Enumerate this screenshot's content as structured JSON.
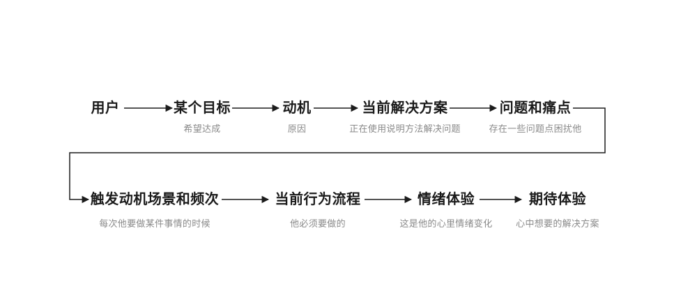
{
  "colors": {
    "background": "#ffffff",
    "label_text": "#1a1a1a",
    "sublabel_text": "#8a8a8a",
    "line": "#1c1c1c"
  },
  "flow": {
    "row1": [
      {
        "label": "用户",
        "sublabel": ""
      },
      {
        "label": "某个目标",
        "sublabel": "希望达成"
      },
      {
        "label": "动机",
        "sublabel": "原因"
      },
      {
        "label": "当前解决方案",
        "sublabel": "正在使用说明方法解决问题"
      },
      {
        "label": "问题和痛点",
        "sublabel": "存在一些问题点困扰他"
      }
    ],
    "row2": [
      {
        "label": "触发动机场景和频次",
        "sublabel": "每次他要做某件事情的时候"
      },
      {
        "label": "当前行为流程",
        "sublabel": "他必须要做的"
      },
      {
        "label": "情绪体验",
        "sublabel": "这是他的心里情绪变化"
      },
      {
        "label": "期待体验",
        "sublabel": "心中想要的解决方案"
      }
    ]
  }
}
